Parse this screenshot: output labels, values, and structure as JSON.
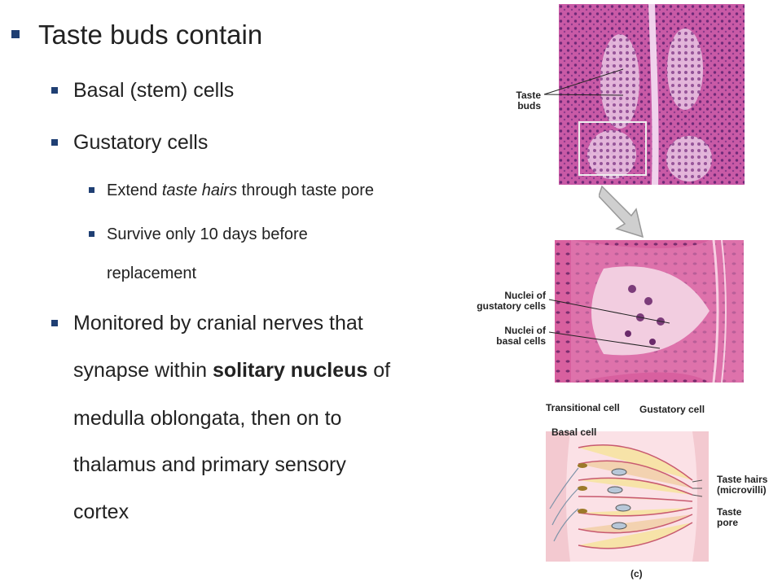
{
  "slide": {
    "bullets": {
      "title": "Taste buds contain",
      "basal": "Basal (stem) cells",
      "gustatory": "Gustatory cells",
      "extend_pre": "Extend ",
      "extend_em": "taste hairs",
      "extend_post": " through taste pore",
      "survive_line1": "Survive only 10 days before",
      "survive_line2": "replacement",
      "monitored_line1": "Monitored by cranial nerves that",
      "monitored_line2_pre": "synapse within ",
      "monitored_line2_bold": "solitary nucleus",
      "monitored_line2_post": " of",
      "monitored_line3": "medulla oblongata, then on to",
      "monitored_line4": "thalamus and primary sensory",
      "monitored_line5": "cortex"
    },
    "figure": {
      "panel_a_label_line1": "Taste",
      "panel_a_label_line2": "buds",
      "panel_b_label1_line1": "Nuclei of",
      "panel_b_label1_line2": "gustatory cells",
      "panel_b_label2_line1": "Nuclei of",
      "panel_b_label2_line2": "basal cells",
      "panel_c_transitional": "Transitional cell",
      "panel_c_gustatory": "Gustatory cell",
      "panel_c_basal": "Basal cell",
      "panel_c_hairs_line1": "Taste hairs",
      "panel_c_hairs_line2": "(microvilli)",
      "panel_c_pore_line1": "Taste",
      "panel_c_pore_line2": "pore",
      "panel_c_caption": "(c)"
    },
    "colors": {
      "bullet": "#1f3f73",
      "histology_pink": "#d25aa8",
      "diagram_cell": "#f7e3a8"
    }
  }
}
